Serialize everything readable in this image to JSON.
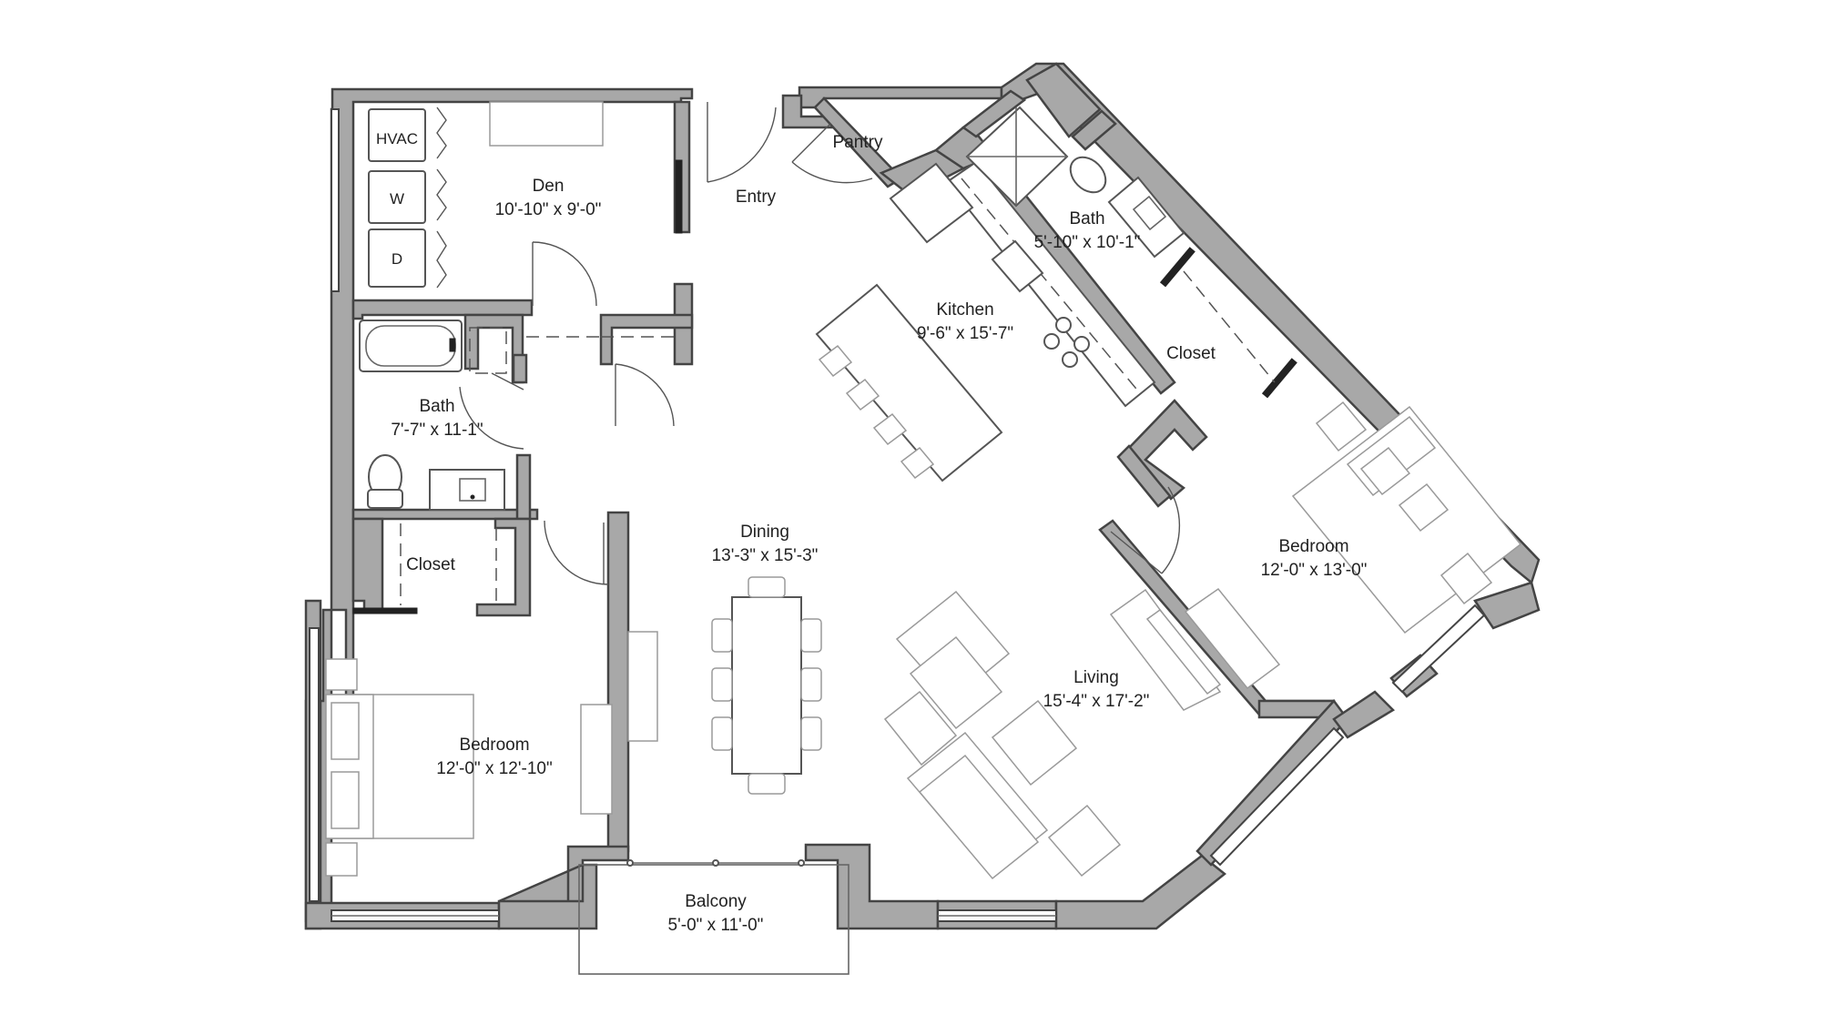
{
  "rooms": {
    "den": {
      "name": "Den",
      "dims": "10'-10\" x 9'-0\""
    },
    "entry": {
      "name": "Entry"
    },
    "pantry": {
      "name": "Pantry"
    },
    "kitchen": {
      "name": "Kitchen",
      "dims": "9'-6\" x 15'-7\""
    },
    "bath1": {
      "name": "Bath",
      "dims": "5'-10\" x 10'-1\""
    },
    "closet1": {
      "name": "Closet"
    },
    "bath2": {
      "name": "Bath",
      "dims": "7'-7\" x 11-1\""
    },
    "closet2": {
      "name": "Closet"
    },
    "dining": {
      "name": "Dining",
      "dims": "13'-3\" x 15'-3\""
    },
    "living": {
      "name": "Living",
      "dims": "15'-4\" x 17'-2\""
    },
    "bedroom1": {
      "name": "Bedroom",
      "dims": "12'-0\" x 13'-0\""
    },
    "bedroom2": {
      "name": "Bedroom",
      "dims": "12'-0\" x 12'-10\""
    },
    "balcony": {
      "name": "Balcony",
      "dims": "5'-0\" x 11'-0\""
    }
  },
  "fixtures": {
    "hvac": "HVAC",
    "washer": "W",
    "dryer": "D"
  },
  "colors": {
    "wall_fill": "#a8a8a8",
    "wall_stroke": "#444444",
    "furniture_stroke": "#9a9a9a",
    "text": "#222222"
  }
}
